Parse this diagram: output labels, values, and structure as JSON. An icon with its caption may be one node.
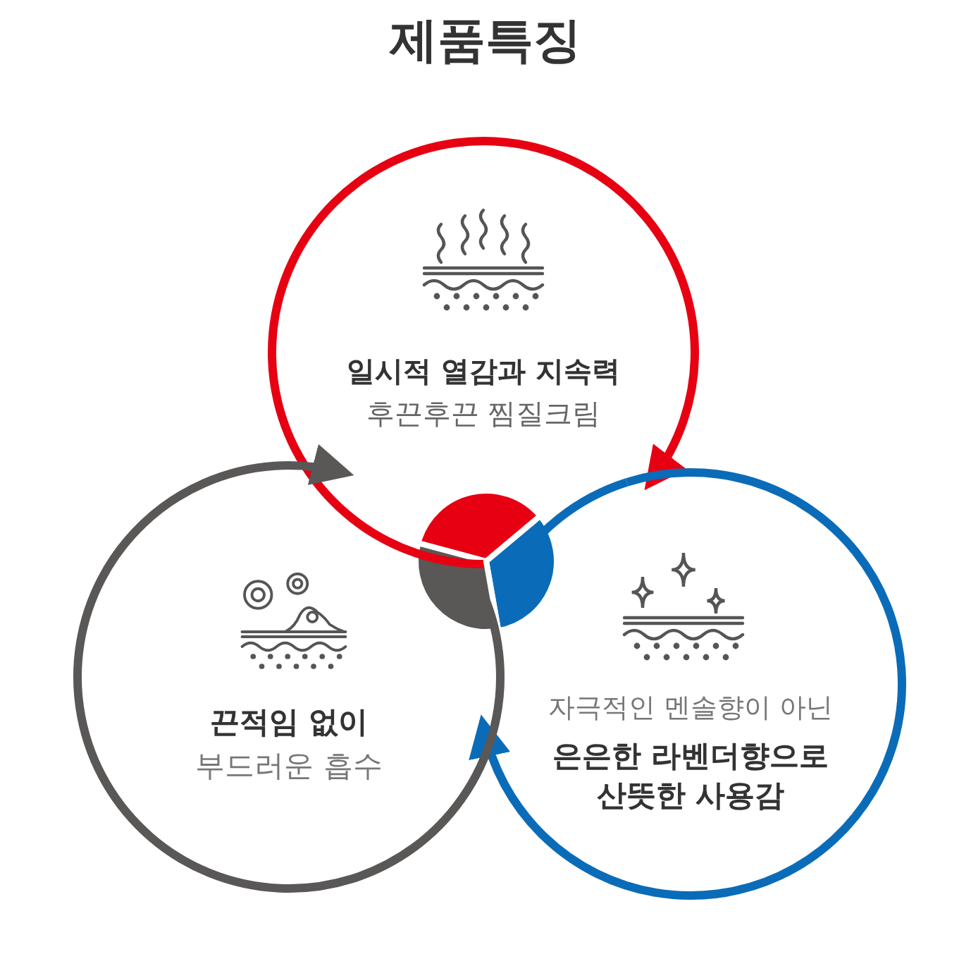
{
  "diagram": {
    "title": "제품특징",
    "nodes": [
      {
        "text": [
          "일시적 열감과 지속력",
          "후끈후끈 찜질크림"
        ]
      },
      {
        "text": [
          "자극적인 멘솔향이 아닌",
          "은은한 라벤더향으로 산뜻한 사용감"
        ]
      },
      {
        "text": [
          "끈적임 없이",
          "부드러운 흡수"
        ]
      }
    ],
    "edges": [
      {
        "from": 0,
        "to": 1,
        "arrow": "to",
        "color": "#e60012"
      },
      {
        "from": 1,
        "to": 2,
        "arrow": "to",
        "color": "#0a6cb8"
      },
      {
        "from": 2,
        "to": 0,
        "arrow": "to",
        "color": "#5a5757"
      }
    ]
  }
}
